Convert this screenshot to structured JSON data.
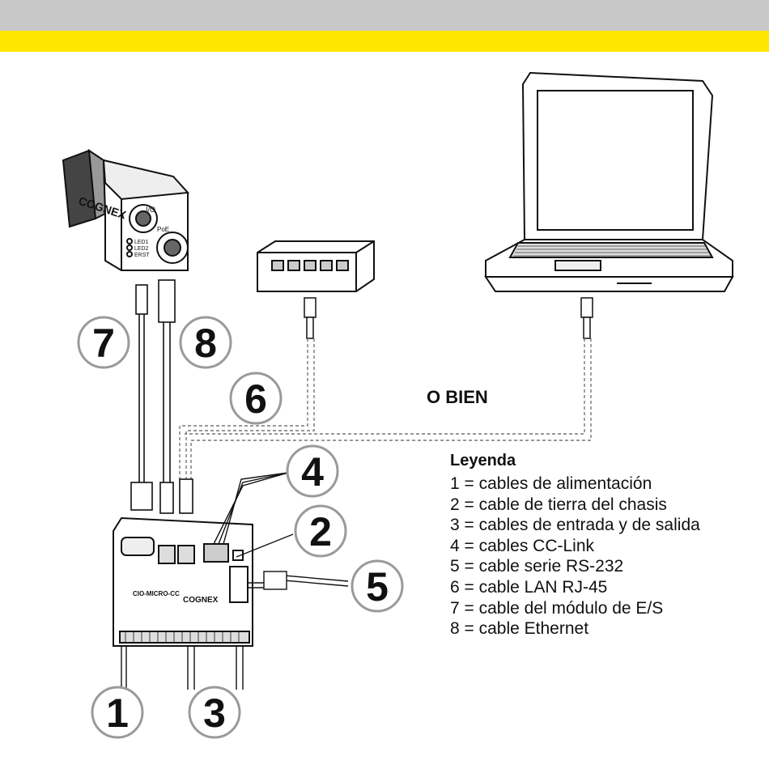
{
  "colors": {
    "header_gray": "#c8c8c8",
    "accent_yellow": "#ffe600",
    "badge_stroke": "#9a9a9a",
    "line": "#111111"
  },
  "diagram": {
    "or_label": "O BIEN",
    "badges": {
      "b1": "1",
      "b2": "2",
      "b3": "3",
      "b4": "4",
      "b5": "5",
      "b6": "6",
      "b7": "7",
      "b8": "8"
    },
    "camera": {
      "brand": "COGNEX",
      "io_label": "I/O",
      "poe_label": "PoE",
      "led_labels": [
        "LED1",
        "LED2",
        "ERST"
      ]
    },
    "module": {
      "model": "CIO-MICRO-CC",
      "brand": "COGNEX"
    }
  },
  "legend": {
    "title": "Leyenda",
    "items": [
      "1 = cables de alimentación",
      "2 = cable de tierra del chasis",
      "3 = cables de entrada y de salida",
      "4 = cables CC-Link",
      "5 = cable serie RS-232",
      "6 = cable LAN RJ-45",
      "7 = cable del módulo de E/S",
      "8 = cable Ethernet"
    ]
  }
}
